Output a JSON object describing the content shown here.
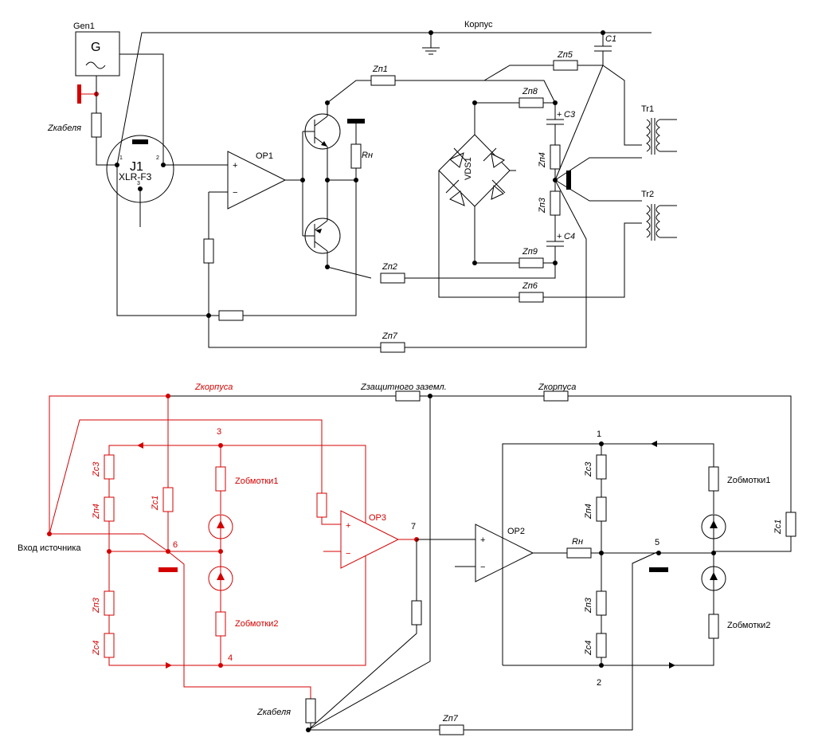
{
  "top": {
    "gen_label": "Gen1",
    "gen_letter": "G",
    "gen_wave": "~",
    "chassis_label": "Корпус",
    "cable_label": "Zкабеля",
    "connector_name": "J1",
    "connector_type": "XLR-F3",
    "pin1": "1",
    "pin2": "2",
    "pin3": "3",
    "opamp_label": "OP1",
    "opamp_plus": "+",
    "opamp_minus": "−",
    "load_label": "Rн",
    "bridge_label": "VDS1",
    "zn1": "Zп1",
    "zn2": "Zп2",
    "zn3": "Zп3",
    "zn4": "Zп4",
    "zn5": "Zп5",
    "zn6": "Zп6",
    "zn7": "Zп7",
    "zn8": "Zп8",
    "zn9": "Zп9",
    "c1": "C1",
    "c3": "C3",
    "c4": "C4",
    "cap_plus": "+",
    "tr1": "Tr1",
    "tr2": "Tr2"
  },
  "bottom": {
    "zkorp_left": "Zкорпуса",
    "zprot": "Zзащитного заземл.",
    "zkorp_right": "Zкорпуса",
    "source_input": "Вход источника",
    "zc3_left": "Zc3",
    "zn4_left": "Zп4",
    "zn3_left": "Zп3",
    "zc4_left": "Zc4",
    "zc1_left": "Zc1",
    "zwind1_left": "Zобмотки1",
    "zwind2_left": "Zобмотки2",
    "op3": "OP3",
    "op3_plus": "+",
    "op3_minus": "−",
    "node3": "3",
    "node4": "4",
    "node6": "6",
    "node7": "7",
    "op2": "OP2",
    "op2_plus": "+",
    "op2_minus": "−",
    "rn": "Rн",
    "zc3_right": "Zc3",
    "zn4_right": "Zп4",
    "zn3_right": "Zп3",
    "zc4_right": "Zc4",
    "node1": "1",
    "node2": "2",
    "node5": "5",
    "zwind1_right": "Zобмотки1",
    "zwind2_right": "Zобмотки2",
    "zc1_right": "Zc1",
    "zcable": "Zкабеля",
    "zn7": "Zп7"
  },
  "colors": {
    "wire": "#000000",
    "highlight": "#d40000"
  }
}
